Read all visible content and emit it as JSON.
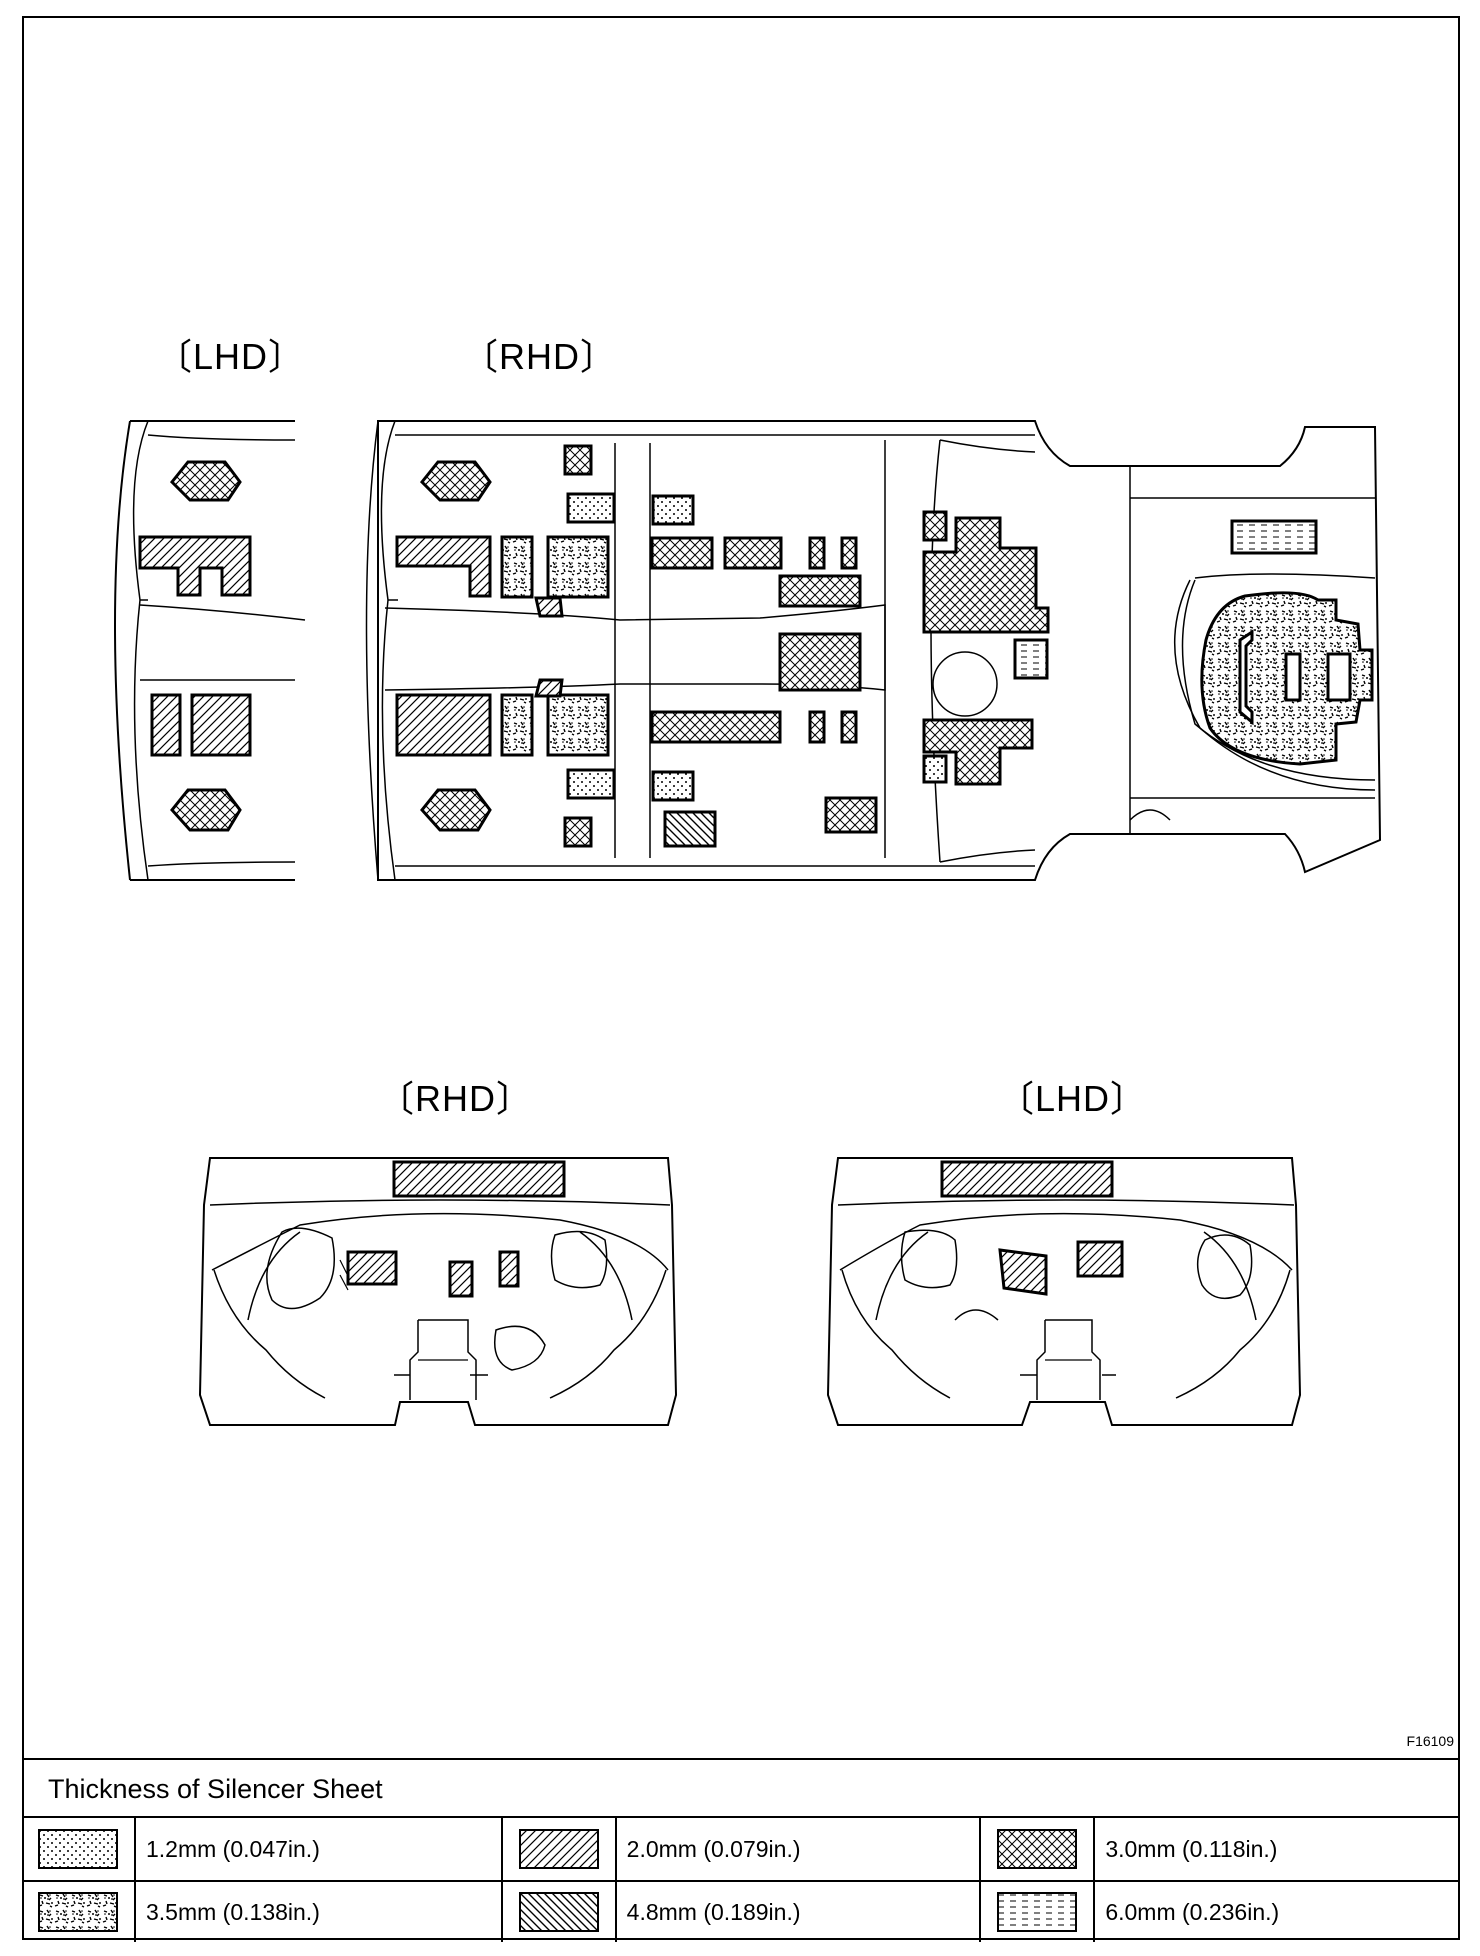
{
  "labels": {
    "top_left": "〔LHD〕",
    "top_right": "〔RHD〕",
    "bottom_left": "〔RHD〕",
    "bottom_right": "〔LHD〕"
  },
  "figure_code": "F16109",
  "legend": {
    "title": "Thickness of Silencer Sheet",
    "items": [
      {
        "pattern": "dots-1-2mm",
        "value": "1.2mm (0.047in.)"
      },
      {
        "pattern": "hatch-2-0mm",
        "value": "2.0mm (0.079in.)"
      },
      {
        "pattern": "cross-3-0mm",
        "value": "3.0mm (0.118in.)"
      },
      {
        "pattern": "speckle-3-5mm",
        "value": "3.5mm (0.138in.)"
      },
      {
        "pattern": "backhatch-4-8mm",
        "value": "4.8mm (0.189in.)"
      },
      {
        "pattern": "dash-6-0mm",
        "value": "6.0mm (0.236in.)"
      }
    ]
  }
}
